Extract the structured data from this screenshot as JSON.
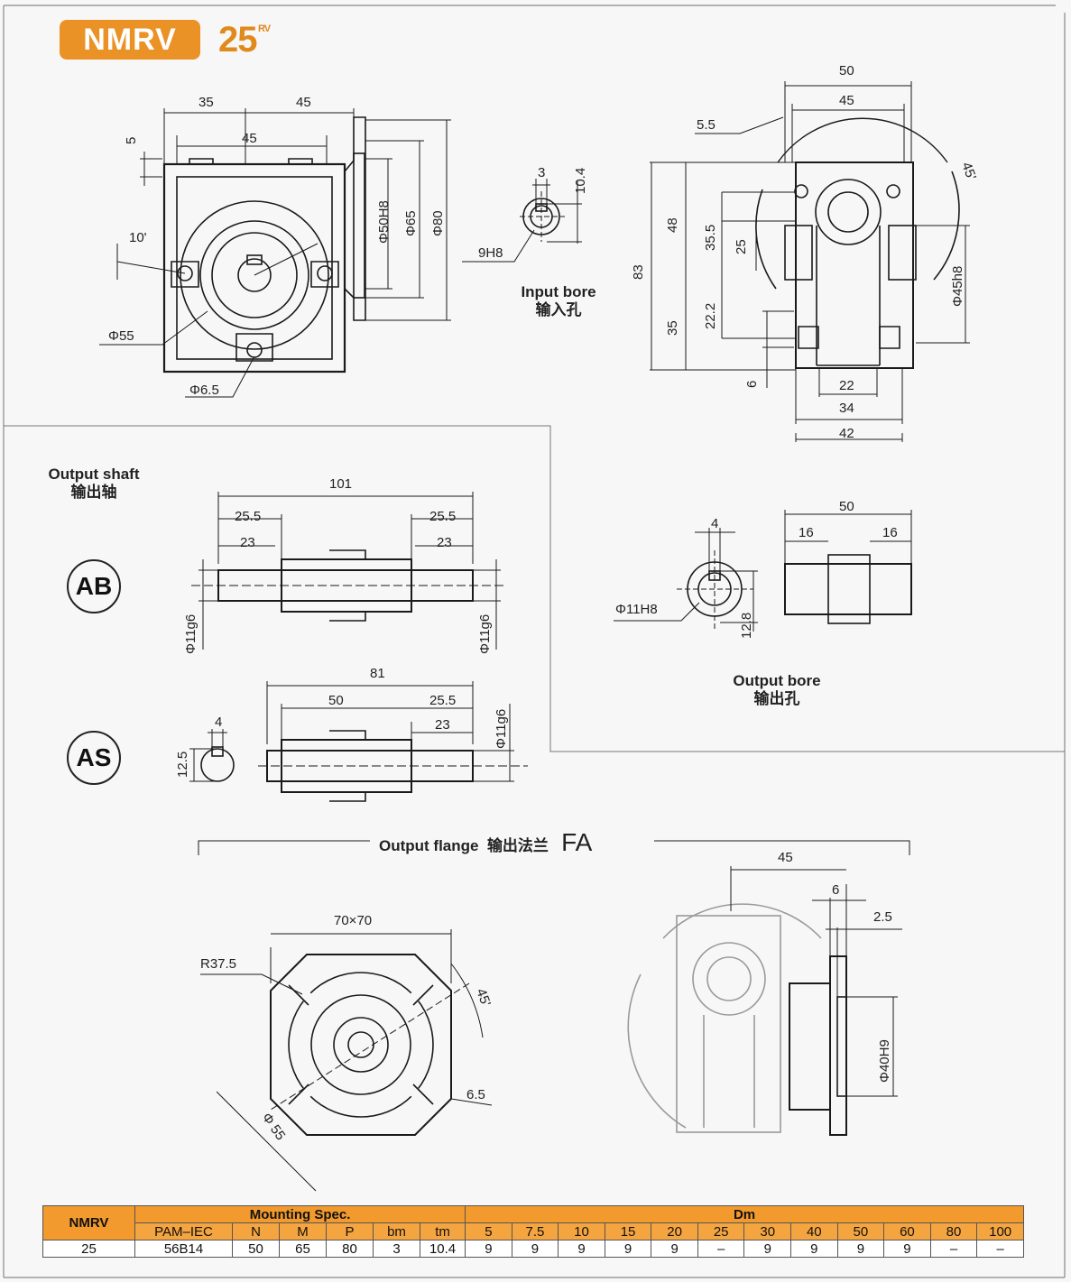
{
  "header": {
    "series": "NMRV",
    "size": "25",
    "size_sup": "RV"
  },
  "views": {
    "input_bore": {
      "label_en": "Input bore",
      "label_cn": "输入孔"
    },
    "output_shaft": {
      "label_en": "Output shaft",
      "label_cn": "输出轴"
    },
    "output_bore": {
      "label_en": "Output bore",
      "label_cn": "输出孔"
    },
    "output_flange": {
      "label_en": "Output flange",
      "label_cn": "输出法兰",
      "code": "FA"
    },
    "ab": "AB",
    "as": "AS"
  },
  "dims": {
    "front": {
      "w35": "35",
      "w45a": "45",
      "w45b": "45",
      "h5": "5",
      "ang10": "10'",
      "d50": "Φ50H8",
      "d65": "Φ65",
      "d80": "Φ80",
      "d55": "Φ55",
      "d65b": "Φ6.5"
    },
    "input": {
      "w3": "3",
      "h104": "10.4",
      "k9": "9H8"
    },
    "side": {
      "w50": "50",
      "w45": "45",
      "w55": "5.5",
      "ang45": "45'",
      "h48": "48",
      "h83": "83",
      "h355": "35.5",
      "h25": "25",
      "h35": "35",
      "h222": "22.2",
      "h6": "6",
      "w22": "22",
      "w34": "34",
      "w42": "42",
      "d45": "Φ45h8"
    },
    "shaft_ab": {
      "w101": "101",
      "w255a": "25.5",
      "w255b": "25.5",
      "w23a": "23",
      "w23b": "23",
      "d11a": "Φ11g6",
      "d11b": "Φ11g6"
    },
    "shaft_as": {
      "w81": "81",
      "w50": "50",
      "w255": "25.5",
      "w23": "23",
      "d11": "Φ11g6",
      "k4": "4",
      "h125": "12.5"
    },
    "obore": {
      "w50": "50",
      "w16a": "16",
      "w16b": "16",
      "k4": "4",
      "d11": "Φ11H8",
      "h128": "12.8"
    },
    "flange": {
      "sq": "70×70",
      "r375": "R37.5",
      "ang45": "45'",
      "h65": "6.5",
      "d55": "Φ 55",
      "w45": "45",
      "w6": "6",
      "w25": "2.5",
      "d40": "Φ40H9"
    }
  },
  "table": {
    "h_model": "NMRV",
    "h_mount": "Mounting Spec.",
    "h_dm": "Dm",
    "cols": [
      "PAM–IEC",
      "N",
      "M",
      "P",
      "bm",
      "tm"
    ],
    "dm_cols": [
      "5",
      "7.5",
      "10",
      "15",
      "20",
      "25",
      "30",
      "40",
      "50",
      "60",
      "80",
      "100"
    ],
    "row_model": "25",
    "row": [
      "56B14",
      "50",
      "65",
      "80",
      "3",
      "10.4"
    ],
    "dm_row": [
      "9",
      "9",
      "9",
      "9",
      "9",
      "–",
      "9",
      "9",
      "9",
      "9",
      "–",
      "–"
    ]
  },
  "colors": {
    "accent": "#eb9227",
    "table_header": "#f29a2e"
  }
}
